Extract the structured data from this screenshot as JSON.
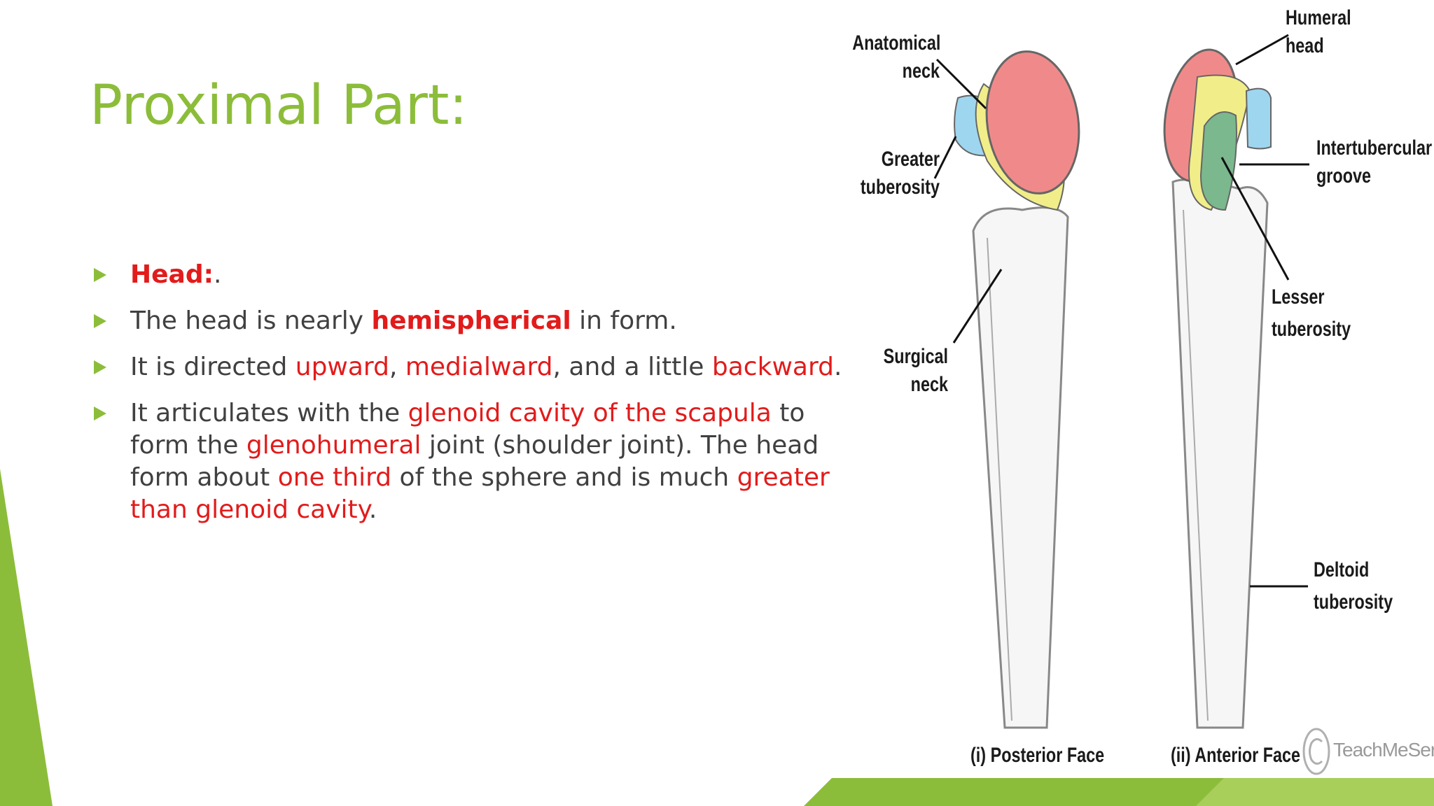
{
  "colors": {
    "green": "#8cbd3a",
    "red": "#e21b1b",
    "text": "#404040",
    "head_pink": "#f08a8a",
    "neck_yellow": "#f1ee8a",
    "tuberosity_blue": "#9fd6ef",
    "lesser_green": "#7bb88e"
  },
  "slide": {
    "title": "Proximal Part:"
  },
  "bullets": [
    {
      "parts": [
        {
          "t": "Head:",
          "s": "red bold"
        },
        {
          "t": ".",
          "s": ""
        }
      ]
    },
    {
      "parts": [
        {
          "t": "The head is nearly ",
          "s": ""
        },
        {
          "t": "hemispherical",
          "s": "red bold"
        },
        {
          "t": " in form.",
          "s": ""
        }
      ]
    },
    {
      "parts": [
        {
          "t": " It is directed ",
          "s": ""
        },
        {
          "t": "upward",
          "s": "red"
        },
        {
          "t": ", ",
          "s": ""
        },
        {
          "t": "medialward",
          "s": "red"
        },
        {
          "t": ", and a little ",
          "s": ""
        },
        {
          "t": "backward",
          "s": "red"
        },
        {
          "t": ".",
          "s": ""
        }
      ]
    },
    {
      "parts": [
        {
          "t": "It articulates with the ",
          "s": ""
        },
        {
          "t": "glenoid cavity of the scapula",
          "s": "red"
        },
        {
          "t": " to form the ",
          "s": ""
        },
        {
          "t": "glenohumeral",
          "s": "red"
        },
        {
          "t": " joint (shoulder joint). The head form about ",
          "s": ""
        },
        {
          "t": "one third",
          "s": "red"
        },
        {
          "t": " of the sphere and is much ",
          "s": ""
        },
        {
          "t": "greater than glenoid cavity",
          "s": "red"
        },
        {
          "t": ".",
          "s": ""
        }
      ]
    }
  ],
  "diagram": {
    "labels": {
      "anatomical_neck": [
        "Anatomical",
        "neck"
      ],
      "greater_tuberosity": [
        "Greater",
        "tuberosity"
      ],
      "surgical_neck": [
        "Surgical",
        "neck"
      ],
      "humeral_head": [
        "Humeral",
        "head"
      ],
      "intertubercular_groove": [
        "Intertubercular",
        "groove"
      ],
      "lesser_tuberosity": [
        "Lesser",
        "tuberosity"
      ],
      "deltoid_tuberosity": [
        "Deltoid",
        "tuberosity"
      ]
    },
    "captions": {
      "posterior": "(i) Posterior Face",
      "anterior": "(ii) Anterior Face"
    },
    "watermark": "TeachMeSeries"
  }
}
